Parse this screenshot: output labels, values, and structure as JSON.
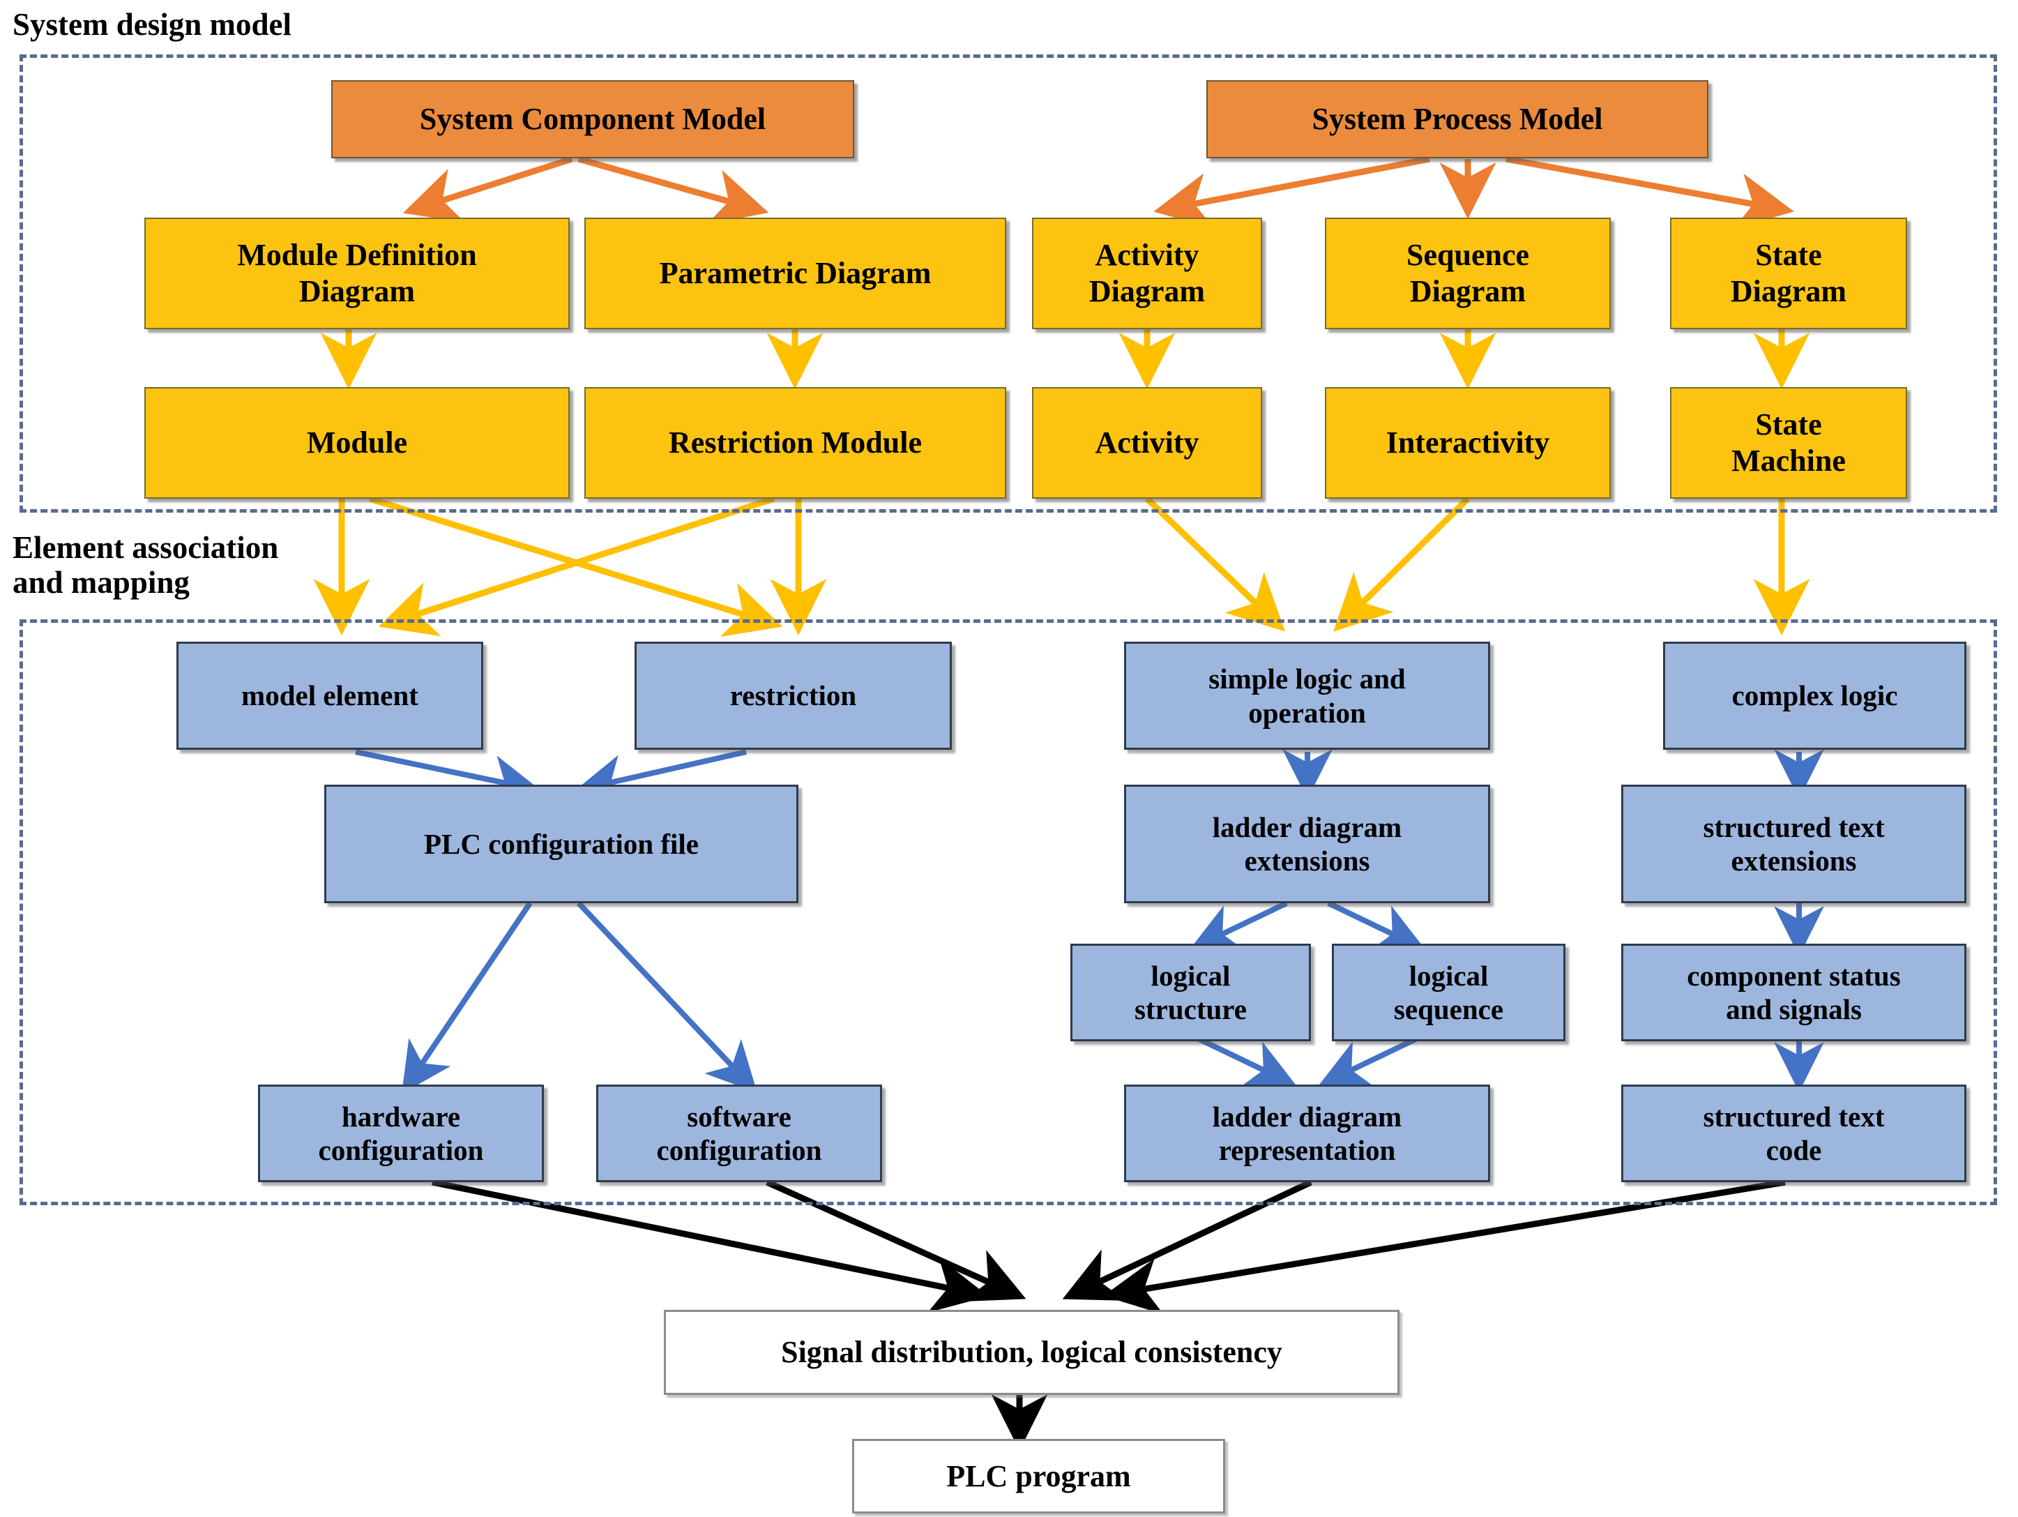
{
  "diagram": {
    "title_text": "System design model",
    "panels": [
      {
        "id": "system-design-model",
        "label": "System design model"
      },
      {
        "id": "element-association-and-mapping",
        "label": "Element association\nand mapping"
      }
    ],
    "nodes": {
      "system_component_model": "System Component Model",
      "system_process_model": "System Process Model",
      "module_definition_diagram": "Module Definition\nDiagram",
      "parametric_diagram": "Parametric Diagram",
      "activity_diagram": "Activity\nDiagram",
      "sequence_diagram": "Sequence\nDiagram",
      "state_diagram": "State\nDiagram",
      "module": "Module",
      "restriction_module": "Restriction Module",
      "activity": "Activity",
      "interactivity": "Interactivity",
      "state_machine": "State\nMachine",
      "model_element": "model element",
      "restriction": "restriction",
      "simple_logic_and_operation": "simple logic and\noperation",
      "complex_logic": "complex logic",
      "plc_configuration_file": "PLC configuration file",
      "ladder_diagram_extensions": "ladder diagram\nextensions",
      "structured_text_extensions": "structured text\nextensions",
      "logical_structure": "logical\nstructure",
      "logical_sequence": "logical\nsequence",
      "component_status_and_signals": "component status\nand signals",
      "hardware_configuration": "hardware\nconfiguration",
      "software_configuration": "software\nconfiguration",
      "ladder_diagram_representation": "ladder diagram\nrepresentation",
      "structured_text_code": "structured text\ncode",
      "signal_distribution": "Signal distribution, logical consistency",
      "plc_program": "PLC program"
    },
    "colors": {
      "orange_fill": "#ea8b3d",
      "yellow_fill": "#fcc310",
      "blue_fill": "#9db6de",
      "white_fill": "#ffffff",
      "panel_border": "#5a6a91",
      "orange_arrow": "#ed7d31",
      "yellow_arrow": "#ffc000",
      "blue_arrow": "#4472c4",
      "black_arrow": "#000000"
    }
  }
}
